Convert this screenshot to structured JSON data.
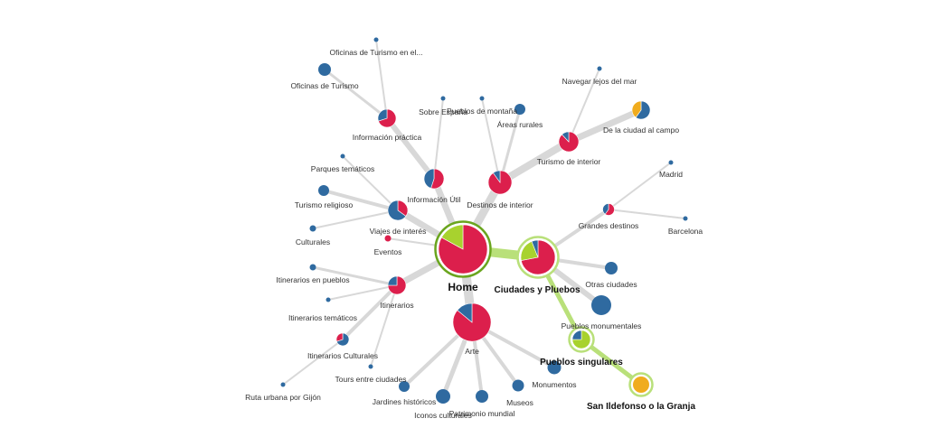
{
  "colors": {
    "blue": "#2f6aa0",
    "red": "#dc1f4c",
    "green": "#a8d22e",
    "orange": "#f0ac1e",
    "link": "#d8d8d8",
    "ring": "#6aa51e",
    "ring_light": "#b9e07a"
  },
  "nodes": [
    {
      "id": "home",
      "label": "Home",
      "r": 27,
      "slices": [
        {
          "c": "red",
          "v": 0.83
        },
        {
          "c": "green",
          "v": 0.17
        }
      ],
      "ring": "ring",
      "bold": 2
    },
    {
      "id": "ciudades",
      "label": "Ciudades y Pluebos",
      "r": 19,
      "slices": [
        {
          "c": "red",
          "v": 0.72
        },
        {
          "c": "green",
          "v": 0.22
        },
        {
          "c": "blue",
          "v": 0.06
        }
      ],
      "ring": "ring_light",
      "bold": 1
    },
    {
      "id": "arte",
      "label": "Arte",
      "r": 21,
      "slices": [
        {
          "c": "red",
          "v": 0.86
        },
        {
          "c": "blue",
          "v": 0.14
        }
      ]
    },
    {
      "id": "destinos",
      "label": "Destinos de interior",
      "r": 13,
      "slices": [
        {
          "c": "red",
          "v": 0.9
        },
        {
          "c": "blue",
          "v": 0.1
        }
      ]
    },
    {
      "id": "infoutil",
      "label": "Información Útil",
      "r": 11,
      "slices": [
        {
          "c": "red",
          "v": 0.55
        },
        {
          "c": "blue",
          "v": 0.45
        }
      ]
    },
    {
      "id": "viajes",
      "label": "Viajes de interés",
      "r": 11,
      "slices": [
        {
          "c": "red",
          "v": 0.35
        },
        {
          "c": "blue",
          "v": 0.65
        }
      ]
    },
    {
      "id": "itinerarios",
      "label": "Itinerarios",
      "r": 10,
      "slices": [
        {
          "c": "red",
          "v": 0.75
        },
        {
          "c": "blue",
          "v": 0.25
        }
      ]
    },
    {
      "id": "eventos",
      "label": "Eventos",
      "r": 3.5,
      "slices": [
        {
          "c": "red",
          "v": 1
        }
      ]
    },
    {
      "id": "infoprac",
      "label": "Información práctica",
      "r": 10,
      "slices": [
        {
          "c": "red",
          "v": 0.7
        },
        {
          "c": "blue",
          "v": 0.3
        }
      ]
    },
    {
      "id": "oficinas",
      "label": "Oficinas de Turismo",
      "r": 7,
      "slices": [
        {
          "c": "blue",
          "v": 1
        }
      ]
    },
    {
      "id": "oficinasen",
      "label": "Oficinas de Turismo en el...",
      "r": 2.5,
      "slices": [
        {
          "c": "blue",
          "v": 1
        }
      ]
    },
    {
      "id": "sobre",
      "label": "Sobre España",
      "r": 2.5,
      "slices": [
        {
          "c": "blue",
          "v": 1
        }
      ]
    },
    {
      "id": "pueblosmont",
      "label": "Pueblos de montaña",
      "r": 2.5,
      "slices": [
        {
          "c": "blue",
          "v": 1
        }
      ]
    },
    {
      "id": "areas",
      "label": "Áreas rurales",
      "r": 6,
      "slices": [
        {
          "c": "blue",
          "v": 1
        }
      ]
    },
    {
      "id": "turismoint",
      "label": "Turismo de interior",
      "r": 11,
      "slices": [
        {
          "c": "red",
          "v": 0.88
        },
        {
          "c": "blue",
          "v": 0.12
        }
      ]
    },
    {
      "id": "navegar",
      "label": "Navegar lejos del mar",
      "r": 2.5,
      "slices": [
        {
          "c": "blue",
          "v": 1
        }
      ]
    },
    {
      "id": "campo",
      "label": "De la ciudad al campo",
      "r": 10,
      "slices": [
        {
          "c": "blue",
          "v": 0.6
        },
        {
          "c": "orange",
          "v": 0.4
        }
      ]
    },
    {
      "id": "grandes",
      "label": "Grandes destinos",
      "r": 6.5,
      "slices": [
        {
          "c": "red",
          "v": 0.6
        },
        {
          "c": "blue",
          "v": 0.4
        }
      ]
    },
    {
      "id": "madrid",
      "label": "Madrid",
      "r": 2.5,
      "slices": [
        {
          "c": "blue",
          "v": 1
        }
      ]
    },
    {
      "id": "barcelona",
      "label": "Barcelona",
      "r": 2.5,
      "slices": [
        {
          "c": "blue",
          "v": 1
        }
      ]
    },
    {
      "id": "otras",
      "label": "Otras ciudades",
      "r": 7,
      "slices": [
        {
          "c": "blue",
          "v": 1
        }
      ]
    },
    {
      "id": "monumentales",
      "label": "Pueblos monumentales",
      "r": 11,
      "slices": [
        {
          "c": "blue",
          "v": 1
        }
      ]
    },
    {
      "id": "singulares",
      "label": "Pueblos singulares",
      "r": 10,
      "slices": [
        {
          "c": "green",
          "v": 0.75
        },
        {
          "c": "blue",
          "v": 0.25
        }
      ],
      "ring": "ring_light",
      "bold": 1
    },
    {
      "id": "sanildefonso",
      "label": "San Ildefonso o la Granja",
      "r": 9,
      "slices": [
        {
          "c": "orange",
          "v": 1
        }
      ],
      "ring": "ring_light",
      "bold": 1
    },
    {
      "id": "monumentos",
      "label": "Monumentos",
      "r": 7.5,
      "slices": [
        {
          "c": "blue",
          "v": 1
        }
      ]
    },
    {
      "id": "museos",
      "label": "Museos",
      "r": 6.5,
      "slices": [
        {
          "c": "blue",
          "v": 1
        }
      ]
    },
    {
      "id": "patrimonio",
      "label": "Patrimonio mundial",
      "r": 7,
      "slices": [
        {
          "c": "blue",
          "v": 1
        }
      ]
    },
    {
      "id": "iconos",
      "label": "Iconos culturales",
      "r": 8,
      "slices": [
        {
          "c": "blue",
          "v": 1
        }
      ]
    },
    {
      "id": "jardines",
      "label": "Jardines históricos",
      "r": 6,
      "slices": [
        {
          "c": "blue",
          "v": 1
        }
      ]
    },
    {
      "id": "tours",
      "label": "Tours entre ciudades",
      "r": 2.5,
      "slices": [
        {
          "c": "blue",
          "v": 1
        }
      ]
    },
    {
      "id": "itincult",
      "label": "Itinerarios Culturales",
      "r": 7,
      "slices": [
        {
          "c": "blue",
          "v": 0.7
        },
        {
          "c": "red",
          "v": 0.3
        }
      ]
    },
    {
      "id": "ruta",
      "label": "Ruta urbana por Gijón",
      "r": 2.5,
      "slices": [
        {
          "c": "blue",
          "v": 1
        }
      ]
    },
    {
      "id": "itintem",
      "label": "Itinerarios temáticos",
      "r": 2.5,
      "slices": [
        {
          "c": "blue",
          "v": 1
        }
      ]
    },
    {
      "id": "itinpueb",
      "label": "Itinerarios en pueblos",
      "r": 3.5,
      "slices": [
        {
          "c": "blue",
          "v": 1
        }
      ]
    },
    {
      "id": "culturales",
      "label": "Culturales",
      "r": 3.5,
      "slices": [
        {
          "c": "blue",
          "v": 1
        }
      ]
    },
    {
      "id": "religioso",
      "label": "Turismo religioso",
      "r": 6,
      "slices": [
        {
          "c": "blue",
          "v": 1
        }
      ]
    },
    {
      "id": "parques",
      "label": "Parques temáticos",
      "r": 2.5,
      "slices": [
        {
          "c": "blue",
          "v": 1
        }
      ]
    }
  ],
  "links": [
    {
      "from": "home",
      "to": "ciudades",
      "w": 10,
      "hl": true
    },
    {
      "from": "ciudades",
      "to": "singulares",
      "w": 5,
      "hl": true
    },
    {
      "from": "singulares",
      "to": "sanildefonso",
      "w": 5,
      "hl": true
    },
    {
      "from": "home",
      "to": "arte",
      "w": 10
    },
    {
      "from": "home",
      "to": "destinos",
      "w": 9
    },
    {
      "from": "home",
      "to": "infoutil",
      "w": 7
    },
    {
      "from": "home",
      "to": "viajes",
      "w": 7
    },
    {
      "from": "home",
      "to": "itinerarios",
      "w": 7
    },
    {
      "from": "home",
      "to": "eventos",
      "w": 2
    },
    {
      "from": "infoutil",
      "to": "infoprac",
      "w": 6
    },
    {
      "from": "infoutil",
      "to": "sobre",
      "w": 2
    },
    {
      "from": "infoprac",
      "to": "oficinas",
      "w": 3
    },
    {
      "from": "infoprac",
      "to": "oficinasen",
      "w": 2
    },
    {
      "from": "destinos",
      "to": "pueblosmont",
      "w": 2
    },
    {
      "from": "destinos",
      "to": "areas",
      "w": 3
    },
    {
      "from": "destinos",
      "to": "turismoint",
      "w": 8
    },
    {
      "from": "turismoint",
      "to": "navegar",
      "w": 2
    },
    {
      "from": "turismoint",
      "to": "campo",
      "w": 7
    },
    {
      "from": "ciudades",
      "to": "grandes",
      "w": 4
    },
    {
      "from": "grandes",
      "to": "madrid",
      "w": 2
    },
    {
      "from": "grandes",
      "to": "barcelona",
      "w": 2
    },
    {
      "from": "ciudades",
      "to": "otras",
      "w": 4
    },
    {
      "from": "ciudades",
      "to": "monumentales",
      "w": 6
    },
    {
      "from": "arte",
      "to": "monumentos",
      "w": 4
    },
    {
      "from": "arte",
      "to": "museos",
      "w": 4
    },
    {
      "from": "arte",
      "to": "patrimonio",
      "w": 4
    },
    {
      "from": "arte",
      "to": "iconos",
      "w": 5
    },
    {
      "from": "arte",
      "to": "jardines",
      "w": 4
    },
    {
      "from": "itinerarios",
      "to": "tours",
      "w": 2
    },
    {
      "from": "itinerarios",
      "to": "itincult",
      "w": 4
    },
    {
      "from": "itinerarios",
      "to": "itintem",
      "w": 2
    },
    {
      "from": "itinerarios",
      "to": "itinpueb",
      "w": 3
    },
    {
      "from": "itincult",
      "to": "ruta",
      "w": 2
    },
    {
      "from": "viajes",
      "to": "culturales",
      "w": 2
    },
    {
      "from": "viajes",
      "to": "religioso",
      "w": 4
    },
    {
      "from": "viajes",
      "to": "parques",
      "w": 2
    }
  ]
}
